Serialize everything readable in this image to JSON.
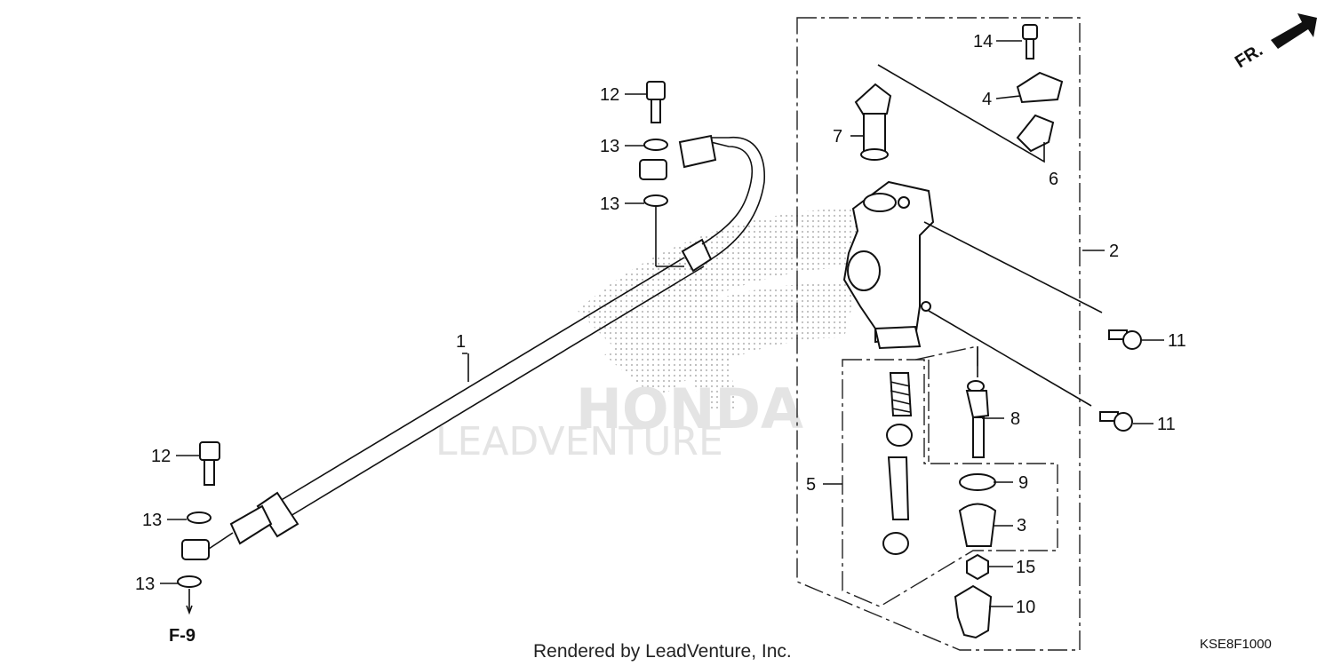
{
  "title": "",
  "front_indicator": {
    "label": "FR."
  },
  "watermark": {
    "brand": "HONDA",
    "dealer": "LEADVENTURE"
  },
  "reference": {
    "label": "F-9"
  },
  "footer": {
    "credit": "Rendered by LeadVenture, Inc.",
    "code": "KSE8F1000"
  },
  "callouts": {
    "n1": "1",
    "n2": "2",
    "n3": "3",
    "n4": "4",
    "n5": "5",
    "n6": "6",
    "n7": "7",
    "n8": "8",
    "n9": "9",
    "n10": "10",
    "n11a": "11",
    "n11b": "11",
    "n12a": "12",
    "n12b": "12",
    "n13a": "13",
    "n13b": "13",
    "n13c": "13",
    "n13d": "13",
    "n14": "14",
    "n15": "15"
  }
}
